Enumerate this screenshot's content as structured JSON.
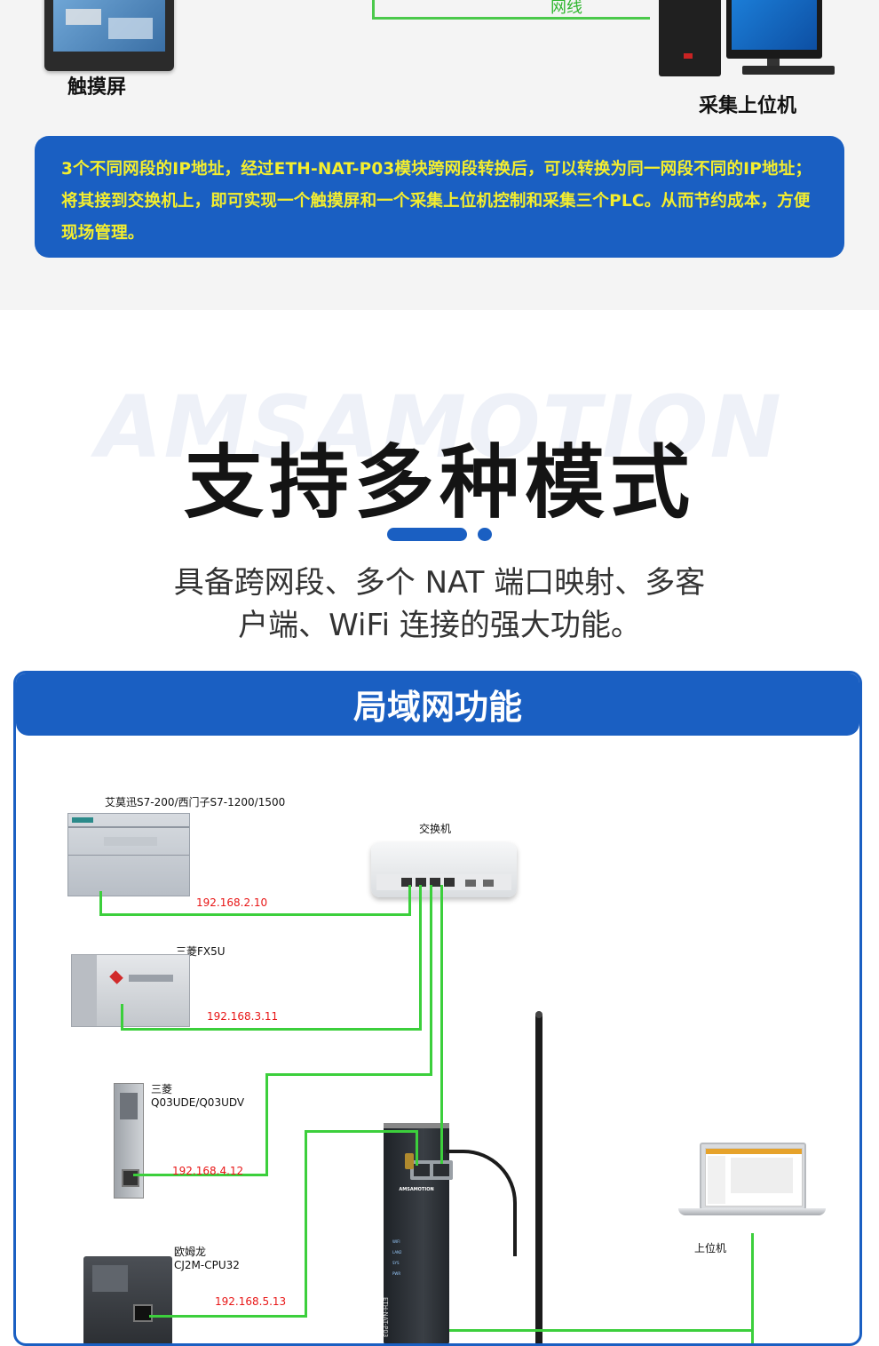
{
  "top": {
    "touchscreen_label": "触摸屏",
    "network_cable_label": "网线",
    "pc_label": "采集上位机",
    "info_text": "3个不同网段的IP地址，经过ETH-NAT-P03模块跨网段转换后，可以转换为同一网段不同的IP地址；将其接到交换机上，即可实现一个触摸屏和一个采集上位机控制和采集三个PLC。从而节约成本，方便现场管理。"
  },
  "heading": {
    "watermark": "AMSAMOTION",
    "title": "支持多种模式",
    "subtitle_line1": "具备跨网段、多个 NAT 端口映射、多客",
    "subtitle_line2": "户端、WiFi 连接的强大功能。"
  },
  "panel": {
    "title": "局域网功能",
    "switch_label": "交换机",
    "host_label": "上位机",
    "router_brand": "AMSAMOTION",
    "router_model": "ETH-NAT-P03",
    "led_labels": [
      "WIFI",
      "LAN2",
      "SYS",
      "PWR"
    ],
    "devices": [
      {
        "name_lines": [
          "艾莫迅S7-200/西门子S7-1200/1500"
        ],
        "ip": "192.168.2.10"
      },
      {
        "name_lines": [
          "三菱FX5U"
        ],
        "ip": "192.168.3.11"
      },
      {
        "name_lines": [
          "三菱",
          "Q03UDE/Q03UDV"
        ],
        "ip": "192.168.4.12"
      },
      {
        "name_lines": [
          "欧姆龙",
          "CJ2M-CPU32"
        ],
        "ip": "192.168.5.13"
      }
    ]
  },
  "colors": {
    "brand_blue": "#1a5fc2",
    "highlight_yellow": "#f4ee2e",
    "wire_green": "#3ccf3c",
    "ip_red": "#e81616"
  }
}
